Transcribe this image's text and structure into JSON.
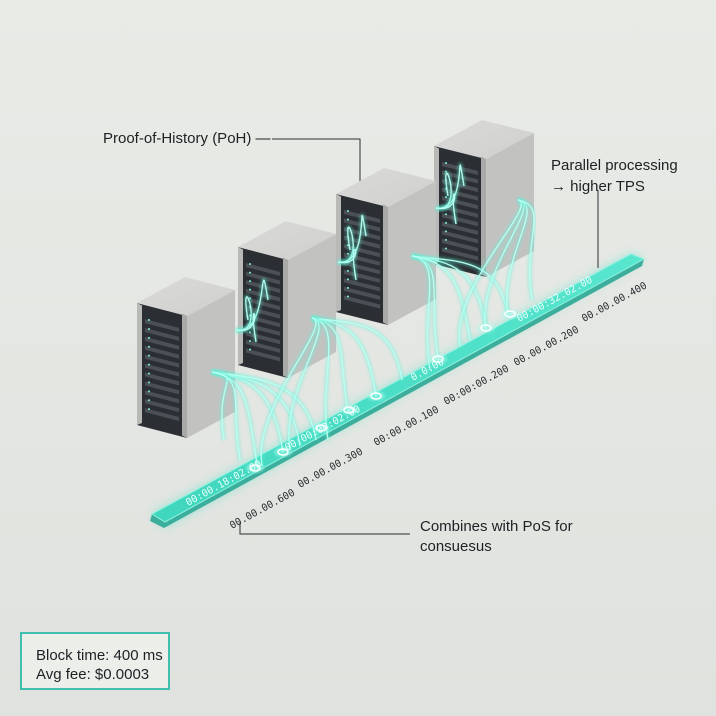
{
  "diagram": {
    "poh_label": "Proof-of-History (PoH) —",
    "parallel_label_line1": "Parallel processing",
    "parallel_label_line2": "→ higher TPS",
    "pos_label_line1": "Combines with PoS for",
    "pos_label_line2": "consuesus",
    "strip_top_labels": [
      "00:00.18:02.00",
      "00:00:00:02.00",
      "0.0:00",
      "00:00:32.02.00"
    ],
    "strip_bottom_labels": [
      "00.00.00.600",
      "00.00.00.300",
      "00:00.00.100",
      "00:00:00.200",
      "00.00.00.200",
      "00.00.00.400"
    ]
  },
  "stats": {
    "block_time": "Block time: 400 ms",
    "avg_fee": "Avg fee: $0.0003"
  },
  "colors": {
    "background": "#e7e9e5",
    "accent_teal": "#3fd6c0",
    "server_body": "#c9c9c9",
    "server_front": "#2b2f33"
  }
}
